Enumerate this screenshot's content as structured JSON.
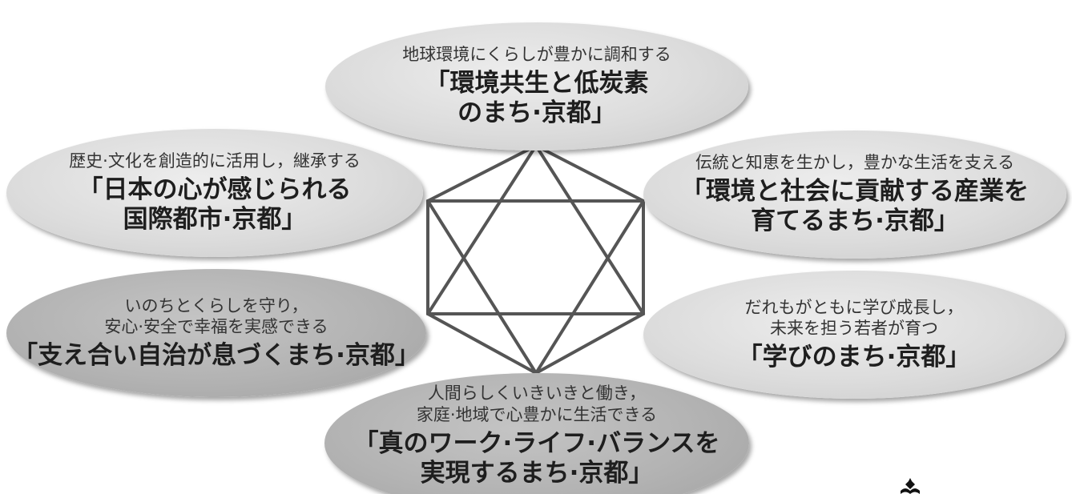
{
  "diagram": {
    "center_network": {
      "line_color": "#555555",
      "shape": "hexagon-with-star"
    },
    "bubbles": [
      {
        "id": "top",
        "tone": "light",
        "sub_lines": [
          "地球環境にくらしが豊かに調和する"
        ],
        "main_lines": [
          "「環境共生と低炭素",
          "のまち·京都」"
        ]
      },
      {
        "id": "left1",
        "tone": "light",
        "sub_lines": [
          "歴史·文化を創造的に活用し，継承する"
        ],
        "main_lines": [
          "「日本の心が感じられる",
          "国際都市·京都」"
        ]
      },
      {
        "id": "right1",
        "tone": "light",
        "sub_lines": [
          "伝統と知恵を生かし，豊かな生活を支える"
        ],
        "main_lines": [
          "「環境と社会に貢献する産業を",
          "育てるまち·京都」"
        ]
      },
      {
        "id": "left2",
        "tone": "dark",
        "sub_lines": [
          "いのちとくらしを守り，",
          "安心·安全で幸福を実感できる"
        ],
        "main_lines": [
          "「支え合い自治が息づくまち·京都」"
        ]
      },
      {
        "id": "right2",
        "tone": "light",
        "sub_lines": [
          "だれもがともに学び成長し，",
          "未来を担う若者が育つ"
        ],
        "main_lines": [
          "「学びのまち·京都」"
        ]
      },
      {
        "id": "bottom",
        "tone": "dark",
        "sub_lines": [
          "人間らしくいきいきと働き，",
          "家庭·地域で心豊かに生活できる"
        ],
        "main_lines": [
          "「真のワーク·ライフ·バランスを",
          "実現するまち·京都」"
        ]
      }
    ],
    "crest_icon": "kyoto-city-emblem-icon"
  },
  "colors": {
    "background": "#ffffff",
    "bubble_light": "#dcdcdc",
    "bubble_dark": "#b3b3b3",
    "line": "#555555"
  }
}
